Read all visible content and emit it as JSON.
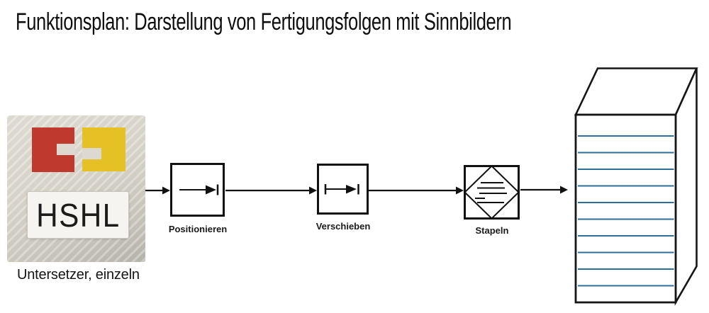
{
  "title": "Funktionsplan: Darstellung von Fertigungsfolgen mit Sinnbildern",
  "photo": {
    "logo_text": "HSHL",
    "caption": "Untersetzer, einzeln"
  },
  "process": {
    "steps": [
      {
        "label": "Positionieren",
        "icon": "arrow-to-stop-icon"
      },
      {
        "label": "Verschieben",
        "icon": "arrow-between-stops-icon"
      },
      {
        "label": "Stapeln",
        "icon": "diamond-stack-icon"
      }
    ]
  },
  "stack": {
    "line_count": 10
  },
  "colors": {
    "ink": "#111111",
    "brand_red": "#c0392f",
    "brand_yellow": "#e6c125",
    "stack_blue": "#2e6f99",
    "photo_bg": "#d8d5ca"
  }
}
